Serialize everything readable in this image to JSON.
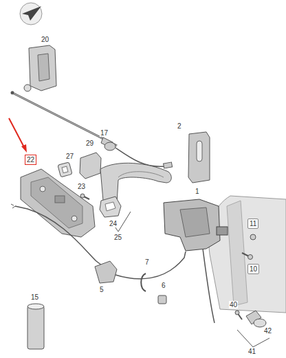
{
  "diagram": {
    "nodes": [
      {
        "text": [
          "22"
        ]
      }
    ],
    "labels": [
      "20",
      "17",
      "2",
      "27",
      "29",
      "1",
      "23",
      "24",
      "25",
      "11",
      "10",
      "7",
      "6",
      "5",
      "15",
      "40",
      "42",
      "41"
    ]
  }
}
